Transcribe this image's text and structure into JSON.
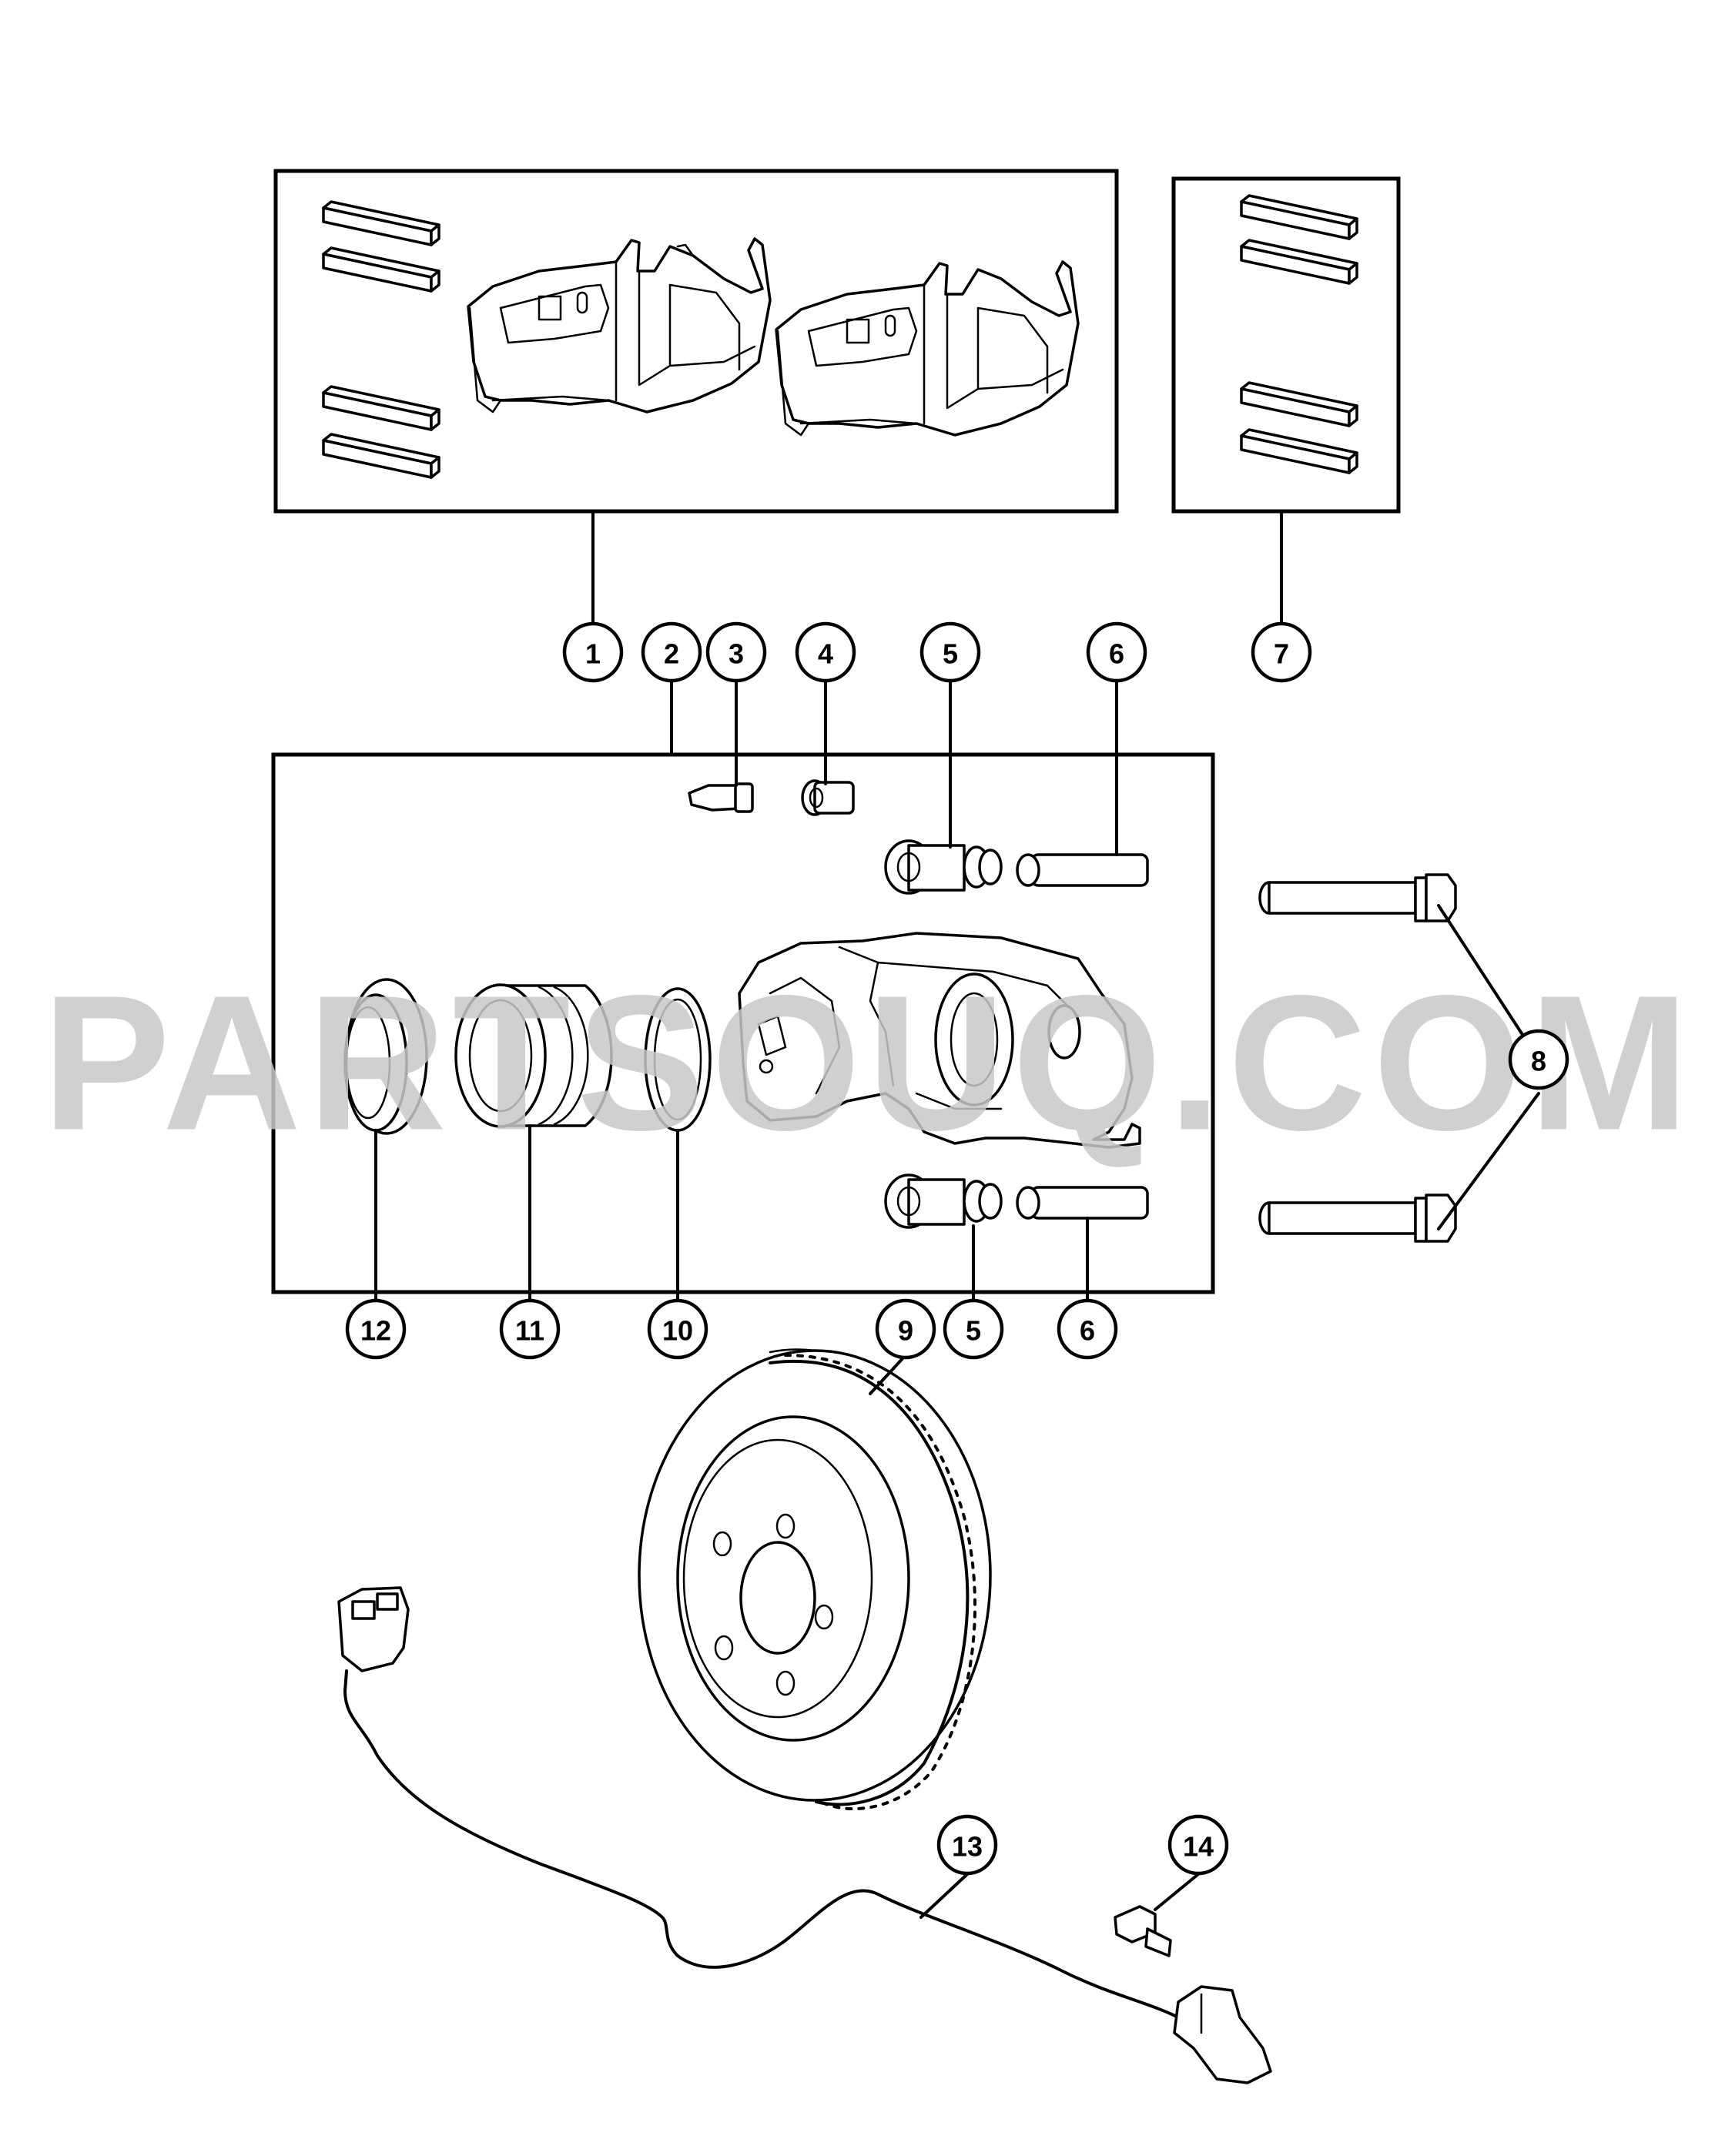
{
  "watermark": "PARTSOUQ.COM",
  "callouts": [
    {
      "id": "c1",
      "label": "1"
    },
    {
      "id": "c2",
      "label": "2"
    },
    {
      "id": "c3",
      "label": "3"
    },
    {
      "id": "c4",
      "label": "4"
    },
    {
      "id": "c5a",
      "label": "5"
    },
    {
      "id": "c6a",
      "label": "6"
    },
    {
      "id": "c7",
      "label": "7"
    },
    {
      "id": "c8",
      "label": "8"
    },
    {
      "id": "c12",
      "label": "12"
    },
    {
      "id": "c11",
      "label": "11"
    },
    {
      "id": "c10",
      "label": "10"
    },
    {
      "id": "c9",
      "label": "9"
    },
    {
      "id": "c5b",
      "label": "5"
    },
    {
      "id": "c6b",
      "label": "6"
    },
    {
      "id": "c13",
      "label": "13"
    },
    {
      "id": "c14",
      "label": "14"
    }
  ]
}
